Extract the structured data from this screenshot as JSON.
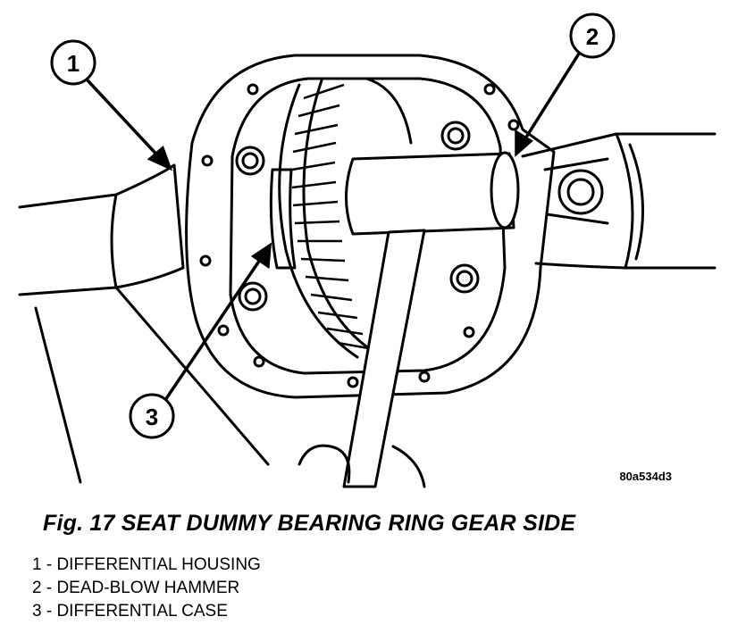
{
  "figure": {
    "image_code": "80a534d3",
    "callouts": [
      "1",
      "2",
      "3"
    ]
  },
  "caption": "Fig. 17 SEAT DUMMY BEARING RING GEAR SIDE",
  "legend": [
    "1 - DIFFERENTIAL HOUSING",
    "2 - DEAD-BLOW HAMMER",
    "3 - DIFFERENTIAL CASE"
  ]
}
